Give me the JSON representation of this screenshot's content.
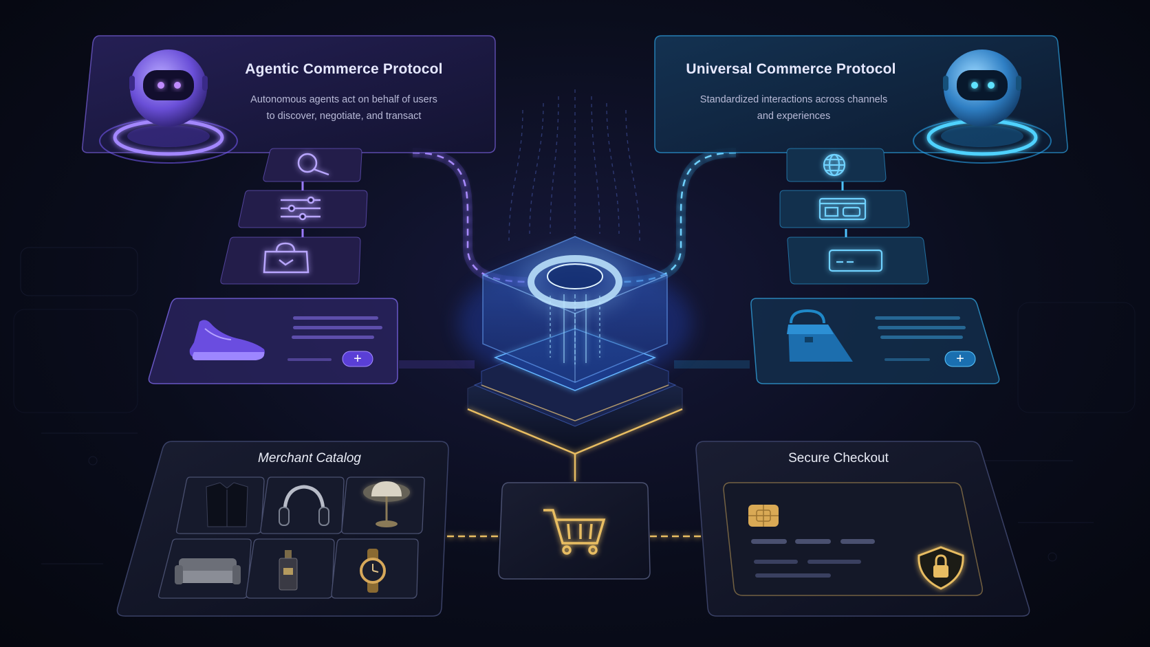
{
  "left_protocol": {
    "title": "Agentic Commerce Protocol",
    "description_line1": "Autonomous agents act on behalf of users",
    "description_line2": "to discover, negotiate, and transact",
    "icons": [
      "magnifier-icon",
      "sliders-icon",
      "shopping-bag-icon"
    ],
    "product": {
      "icon": "sneaker-icon",
      "action": "+"
    }
  },
  "right_protocol": {
    "title": "Universal Commerce Protocol",
    "description_line1": "Standardized interactions across channels",
    "description_line2": "and experiences",
    "icons": [
      "globe-icon",
      "browser-window-icon",
      "credit-card-icon"
    ],
    "product": {
      "icon": "handbag-icon",
      "action": "+"
    }
  },
  "merchant_catalog": {
    "title": "Merchant Catalog",
    "items": [
      "jacket-icon",
      "headphones-icon",
      "lamp-icon",
      "sofa-icon",
      "perfume-bottle-icon",
      "wristwatch-icon"
    ]
  },
  "cart": {
    "icon": "shopping-cart-icon"
  },
  "secure_checkout": {
    "title": "Secure Checkout",
    "icons": [
      "chip-icon",
      "shield-lock-icon"
    ]
  },
  "colors": {
    "purple": "#8b5cf6",
    "blue": "#38bdf8",
    "gold": "#e0b45c",
    "background": "#0a0d1c"
  }
}
